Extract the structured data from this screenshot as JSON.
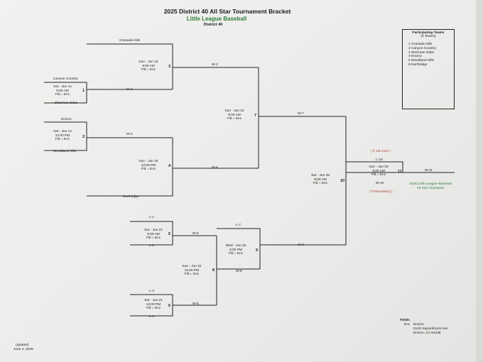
{
  "header": {
    "title": "2025 District 40 All Star Tournament Bracket",
    "subtitle": "Little League Baseball",
    "district": "District 40"
  },
  "teams_box": {
    "heading": "Participating Teams",
    "count": "(6 Teams)",
    "teams": [
      "1  Granada Hills",
      "2  Canyon Country",
      "3  Sherman Oaks",
      "4  Encino",
      "5  Woodland Hills",
      "6  Northridge"
    ]
  },
  "teams": {
    "granada_hills": "Granada Hills",
    "canyon_country": "Canyon Country",
    "sherman_oaks": "Sherman Oaks",
    "encino": "Encino",
    "woodland_hills": "Woodland Hills",
    "northridge": "Northridge"
  },
  "games": {
    "g1": {
      "num": "1",
      "date": "Sat - Jun 14",
      "time": "9:00 AM",
      "field": "Fld = Enc"
    },
    "g2": {
      "num": "2",
      "date": "Sat - Jun 14",
      "time": "12:00 PM",
      "field": "Fld = Enc"
    },
    "g3": {
      "num": "3",
      "date": "Sun - Jun 15",
      "time": "9:00 AM",
      "field": "Fld = Enc"
    },
    "g4": {
      "num": "4",
      "date": "Sun - Jun 15",
      "time": "12:00 PM",
      "field": "Fld = Enc"
    },
    "g5": {
      "num": "5",
      "date": "Sat - Jun 21",
      "time": "9:00 AM",
      "field": "Fld = Enc"
    },
    "g6": {
      "num": "6",
      "date": "Sat - Jun 21",
      "time": "12:00 PM",
      "field": "Fld = Enc"
    },
    "g7": {
      "num": "7",
      "date": "Sun - Jun 22",
      "time": "9:00 AM",
      "field": "Fld = Enc"
    },
    "g8": {
      "num": "8",
      "date": "Sun - Jun 22",
      "time": "12:00 PM",
      "field": "Fld = Enc"
    },
    "g9": {
      "num": "9",
      "date": "Wed - Jun 25",
      "time": "6:00 PM",
      "field": "Fld = Enc"
    },
    "g10": {
      "num": "10",
      "date": "Sat - Jun 28",
      "time": "9:00 AM",
      "field": "Fld = Enc"
    },
    "g11": {
      "num": "11",
      "date": "Sun - Jun 29",
      "time": "9:00 AM",
      "field": "Fld = Enc"
    }
  },
  "labels": {
    "w1": "W-1",
    "w2": "W-2",
    "w3": "W-3",
    "w4": "W-4",
    "w5": "W-5",
    "w6": "W-6",
    "w7": "W-7",
    "w8": "W-8",
    "w9": "W-9",
    "w10": "W-10",
    "w11": "W-11",
    "l1": "L-1",
    "l2": "L-2",
    "l3": "L-3",
    "l4": "L-4",
    "l7": "L-7",
    "l10": "L-10",
    "if_first_loss": "( If 1st Loss )",
    "if_necessary": "( If Necessary )",
    "champion_line1": "2025 Little League Baseball",
    "champion_line2": "All Star Champion"
  },
  "fields": {
    "heading": "Fields",
    "code": "Enc",
    "name": "Encino",
    "address1": "5120 Hayvenhurst Ave",
    "address2": "Encino, CA 91436"
  },
  "footer": {
    "updated": "Updated",
    "date": "June 4, 2025"
  }
}
